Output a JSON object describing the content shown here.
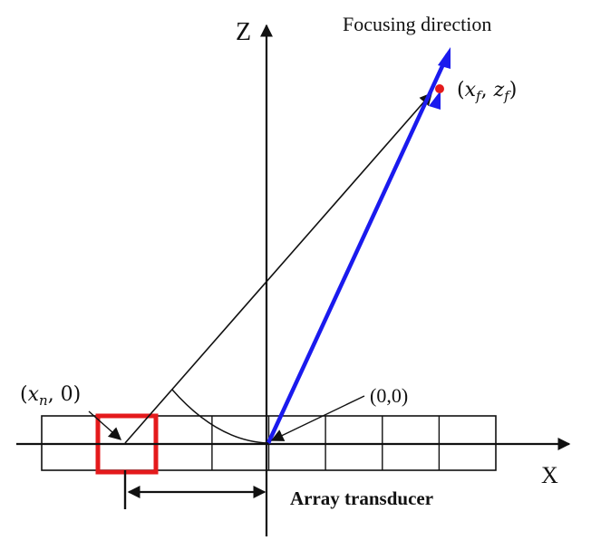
{
  "diagram": {
    "axis_z_label": "Z",
    "axis_x_label": "X",
    "focusing_direction_label": "Focusing direction",
    "array_transducer_label": "Array transducer",
    "origin_label": "(0,0)",
    "element_label": {
      "open": "(",
      "var": "x",
      "sub": "n",
      "rest": ", 0)"
    },
    "focal_point_label": {
      "open": "(",
      "var1": "x",
      "sub1": "f",
      "sep": ", ",
      "var2": "z",
      "sub2": "f",
      "close": ")"
    }
  },
  "colors": {
    "beam_arrow": "#1a1aee",
    "focal_point": "#e41a1c",
    "element_highlight": "#e41a1c",
    "line": "#111111"
  }
}
